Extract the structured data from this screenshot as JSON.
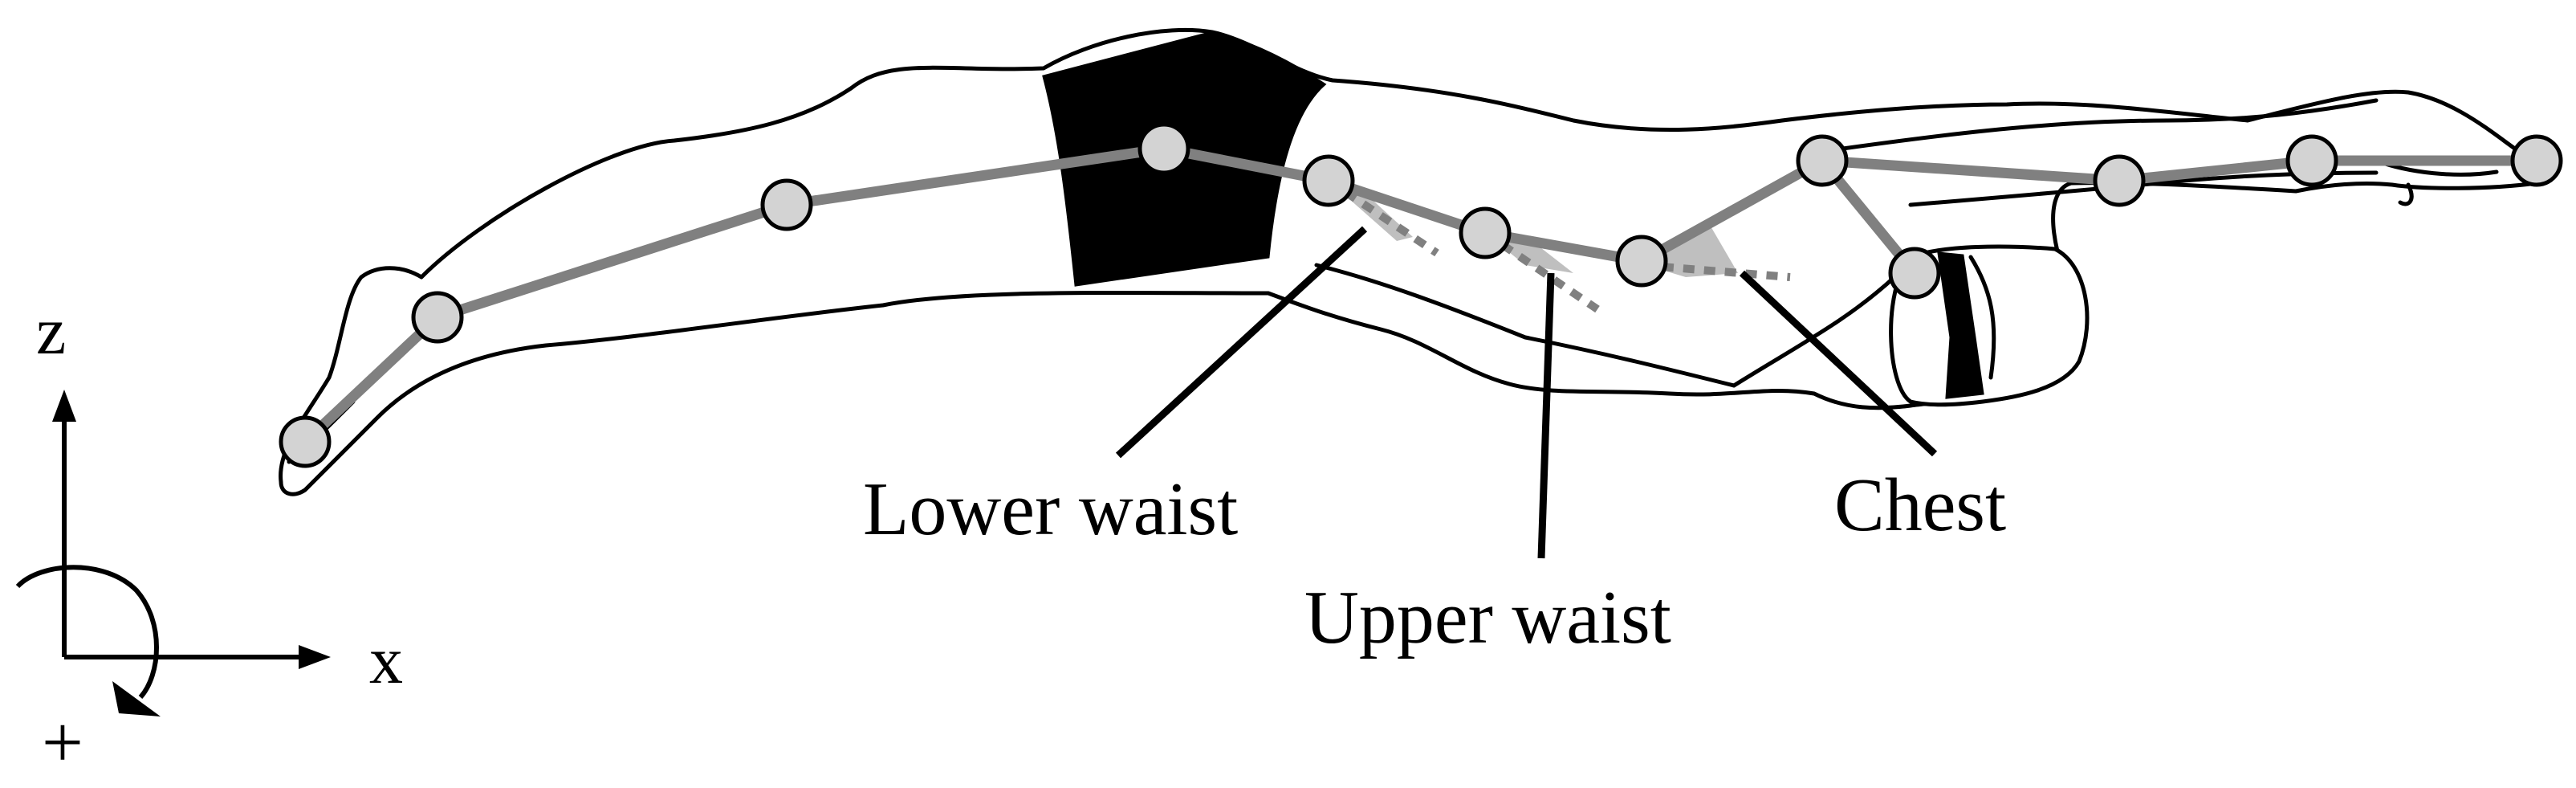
{
  "labels": {
    "lower_waist": "Lower waist",
    "upper_waist": "Upper waist",
    "chest": "Chest"
  },
  "axes": {
    "vertical": "z",
    "horizontal": "x",
    "rotation_sign": "+"
  },
  "colors": {
    "segment": "#808080",
    "joint_fill": "#d3d3d3",
    "outline": "#000000",
    "suit": "#000000",
    "angle_shade": "#bfbfbf"
  },
  "icons": {
    "rotation": "counter-rotation-arrow-icon"
  }
}
